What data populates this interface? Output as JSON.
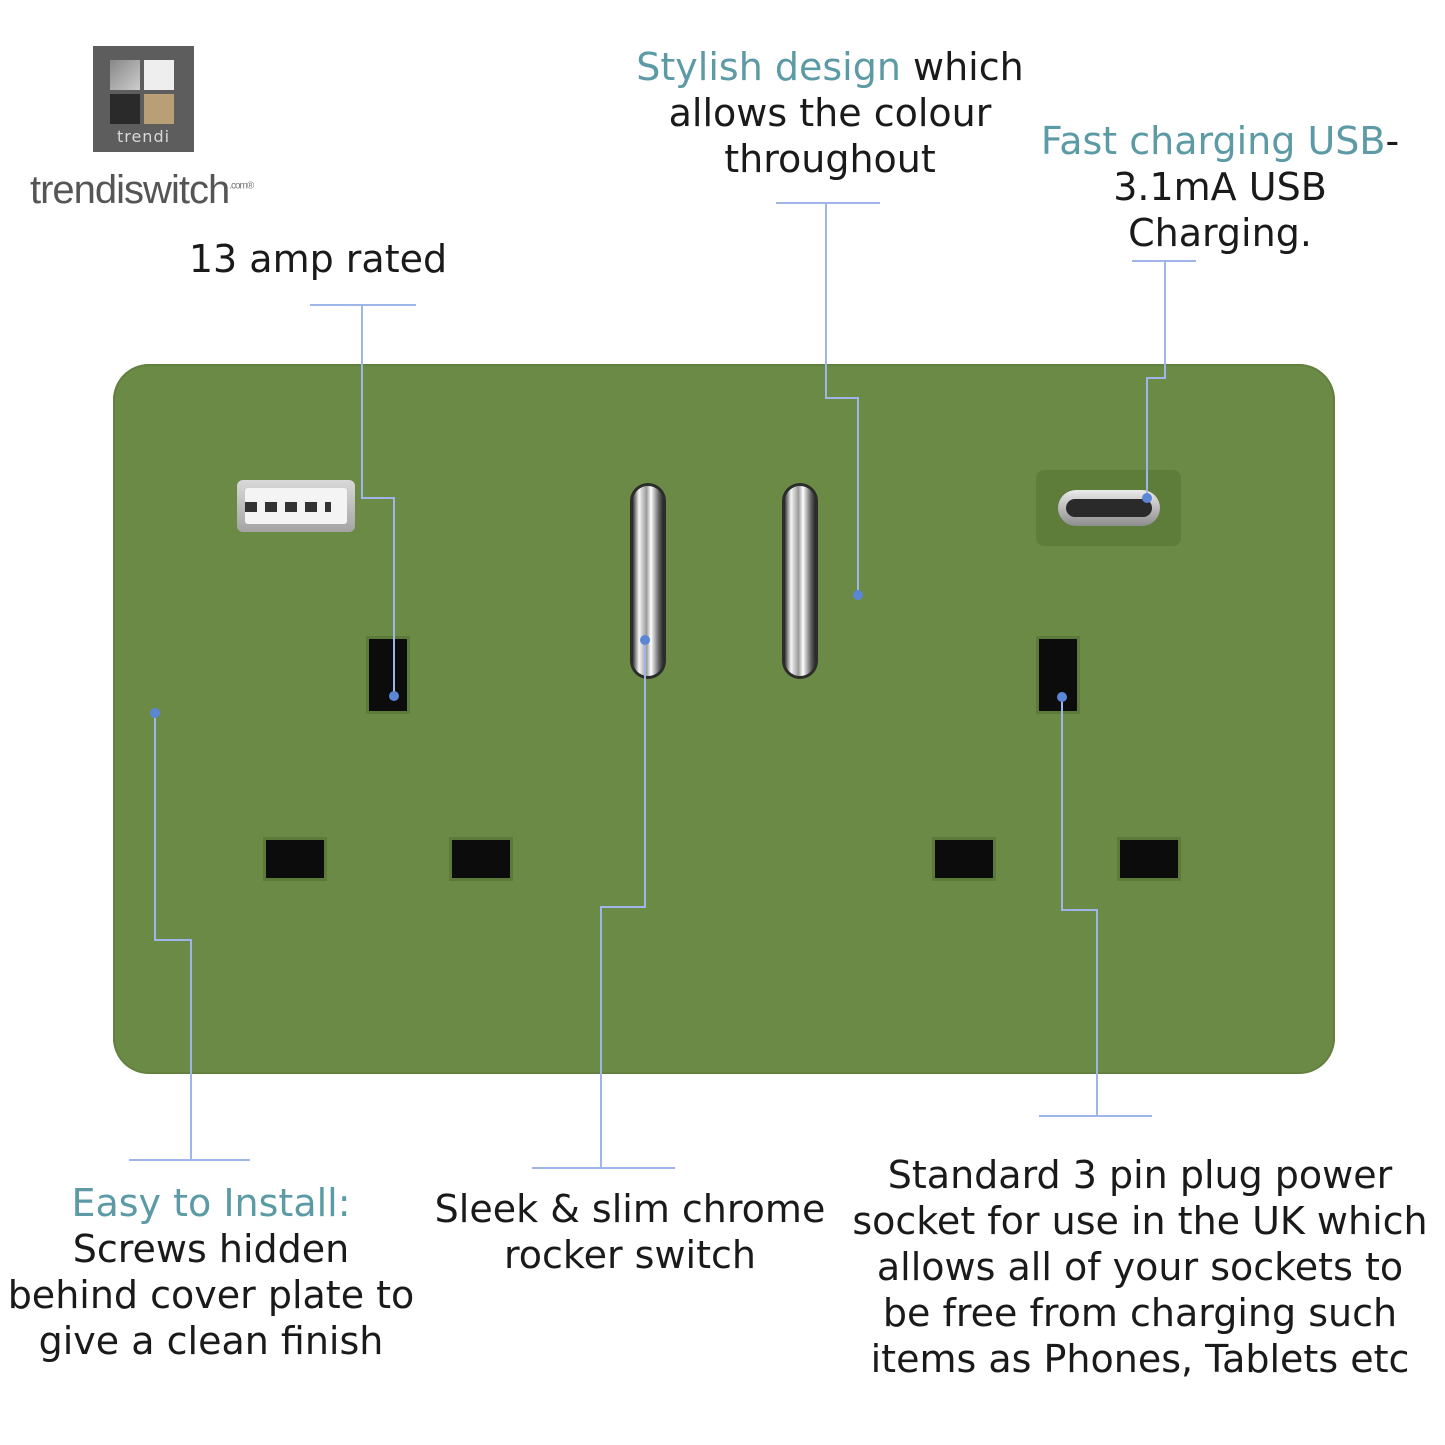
{
  "brand": {
    "logo_caption": "trendi",
    "wordmark": "trendiswitch",
    "wordmark_suffix": ".com®"
  },
  "plate_color": "#6b8a45",
  "callouts": {
    "amp_rated": "13 amp rated",
    "stylish": {
      "highlight": "Stylish design",
      "line1_rest": " which",
      "line2": "allows the colour",
      "line3": "throughout"
    },
    "usb": {
      "highlight": "Fast charging USB",
      "line1_rest": "-",
      "line2": "3.1mA USB",
      "line3": "Charging."
    },
    "install": {
      "highlight": "Easy to Install:",
      "line2": "Screws hidden",
      "line3": "behind cover plate to",
      "line4": "give a clean finish"
    },
    "rocker": {
      "line1": "Sleek & slim chrome",
      "line2": "rocker switch"
    },
    "socket": {
      "line1": "Standard 3 pin plug power",
      "line2": "socket for use in the UK which",
      "line3": "allows all of your sockets to",
      "line4": "be free from charging such",
      "line5": "items as Phones, Tablets etc"
    }
  },
  "icons": [
    "usb-a-port-icon",
    "usb-c-port-icon",
    "chrome-rocker-switch-icon"
  ],
  "colors": {
    "highlight": "#5c9aa5",
    "leader_line": "#9fb4e8",
    "dot": "#5b86d6"
  }
}
